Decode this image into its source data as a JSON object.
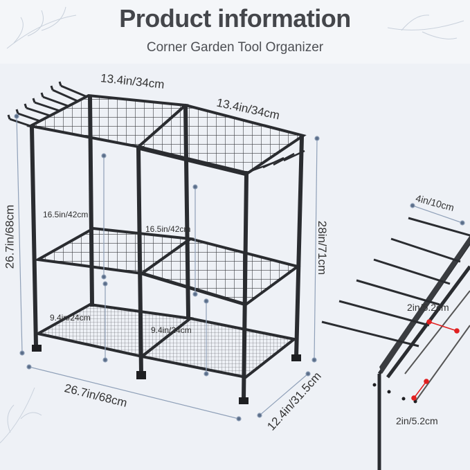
{
  "header": {
    "title": "Product information",
    "subtitle": "Corner Garden Tool Organizer"
  },
  "dimensions": {
    "top_left_width": "13.4in/34cm",
    "top_right_width": "13.4in/34cm",
    "left_height": "26.7in/68cm",
    "right_height": "28in/71cm",
    "upper_gap_left": "16.5in/42cm",
    "upper_gap_right": "16.5in/42cm",
    "lower_gap_left": "9.4in/24cm",
    "lower_gap_right": "9.4in/24cm",
    "bottom_width": "26.7in/68cm",
    "depth": "12.4in/31.5cm"
  },
  "detail": {
    "hook_length": "4in/10cm",
    "hook_spacing_top": "2in/5.2cm",
    "hook_spacing_bottom": "2in/5.2cm"
  },
  "colors": {
    "frame": "#2a2c30",
    "mesh": "#3a3c40",
    "marker": "#e02020",
    "background": "#eef1f6"
  }
}
